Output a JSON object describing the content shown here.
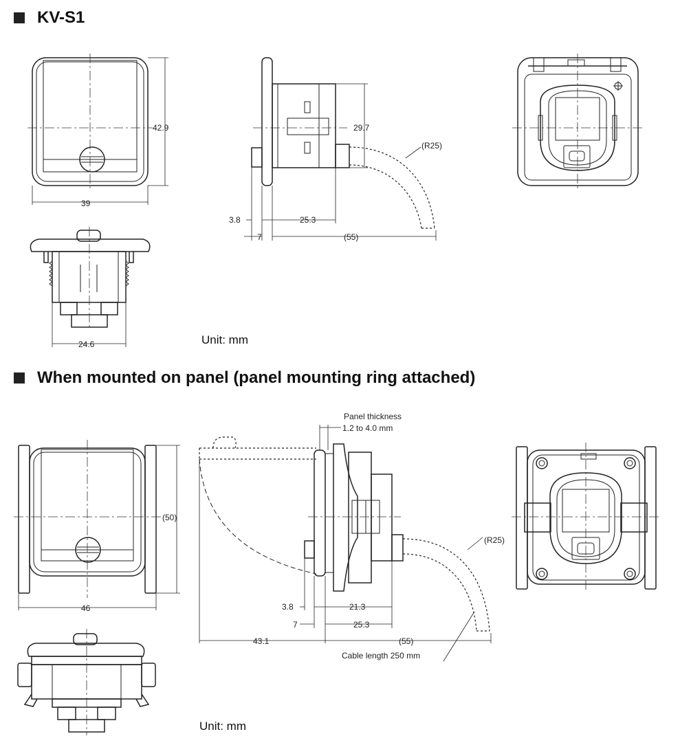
{
  "section1": {
    "title": "KV-S1",
    "unit": "Unit: mm",
    "dims": {
      "height_front": "42.9",
      "width_front": "39",
      "body_depth": "29.7",
      "radius": "(R25)",
      "flange": "3.8",
      "depth": "25.3",
      "offset": "7",
      "cable_reach": "(55)",
      "bottom_width": "24.6"
    }
  },
  "section2": {
    "title": "When mounted on panel (panel mounting ring attached)",
    "unit": "Unit: mm",
    "panel_label": "Panel thickness",
    "panel_range": "1.2 to 4.0 mm",
    "cable_label": "Cable length 250 mm",
    "dims": {
      "height": "(50)",
      "width": "46",
      "radius": "(R25)",
      "flange": "3.8",
      "depth1": "21.3",
      "offset": "7",
      "depth2": "25.3",
      "left": "43.1",
      "cable_reach": "(55)"
    }
  }
}
